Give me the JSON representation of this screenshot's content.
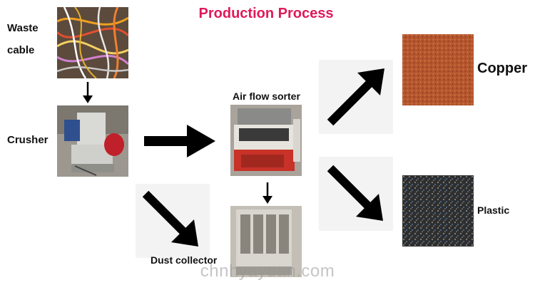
{
  "title": "Production Process",
  "labels": {
    "waste_line1": "Waste",
    "waste_line2": "cable",
    "crusher": "Crusher",
    "air_flow_sorter": "Air flow sorter",
    "dust_collector": "Dust collector",
    "copper": "Copper",
    "plastic": "Plastic"
  },
  "watermark": "chnhyayuan.com",
  "colors": {
    "title": "#e0195a",
    "arrow": "#000000",
    "copper": "#b5562e",
    "plastic": "#3a3a3a"
  }
}
